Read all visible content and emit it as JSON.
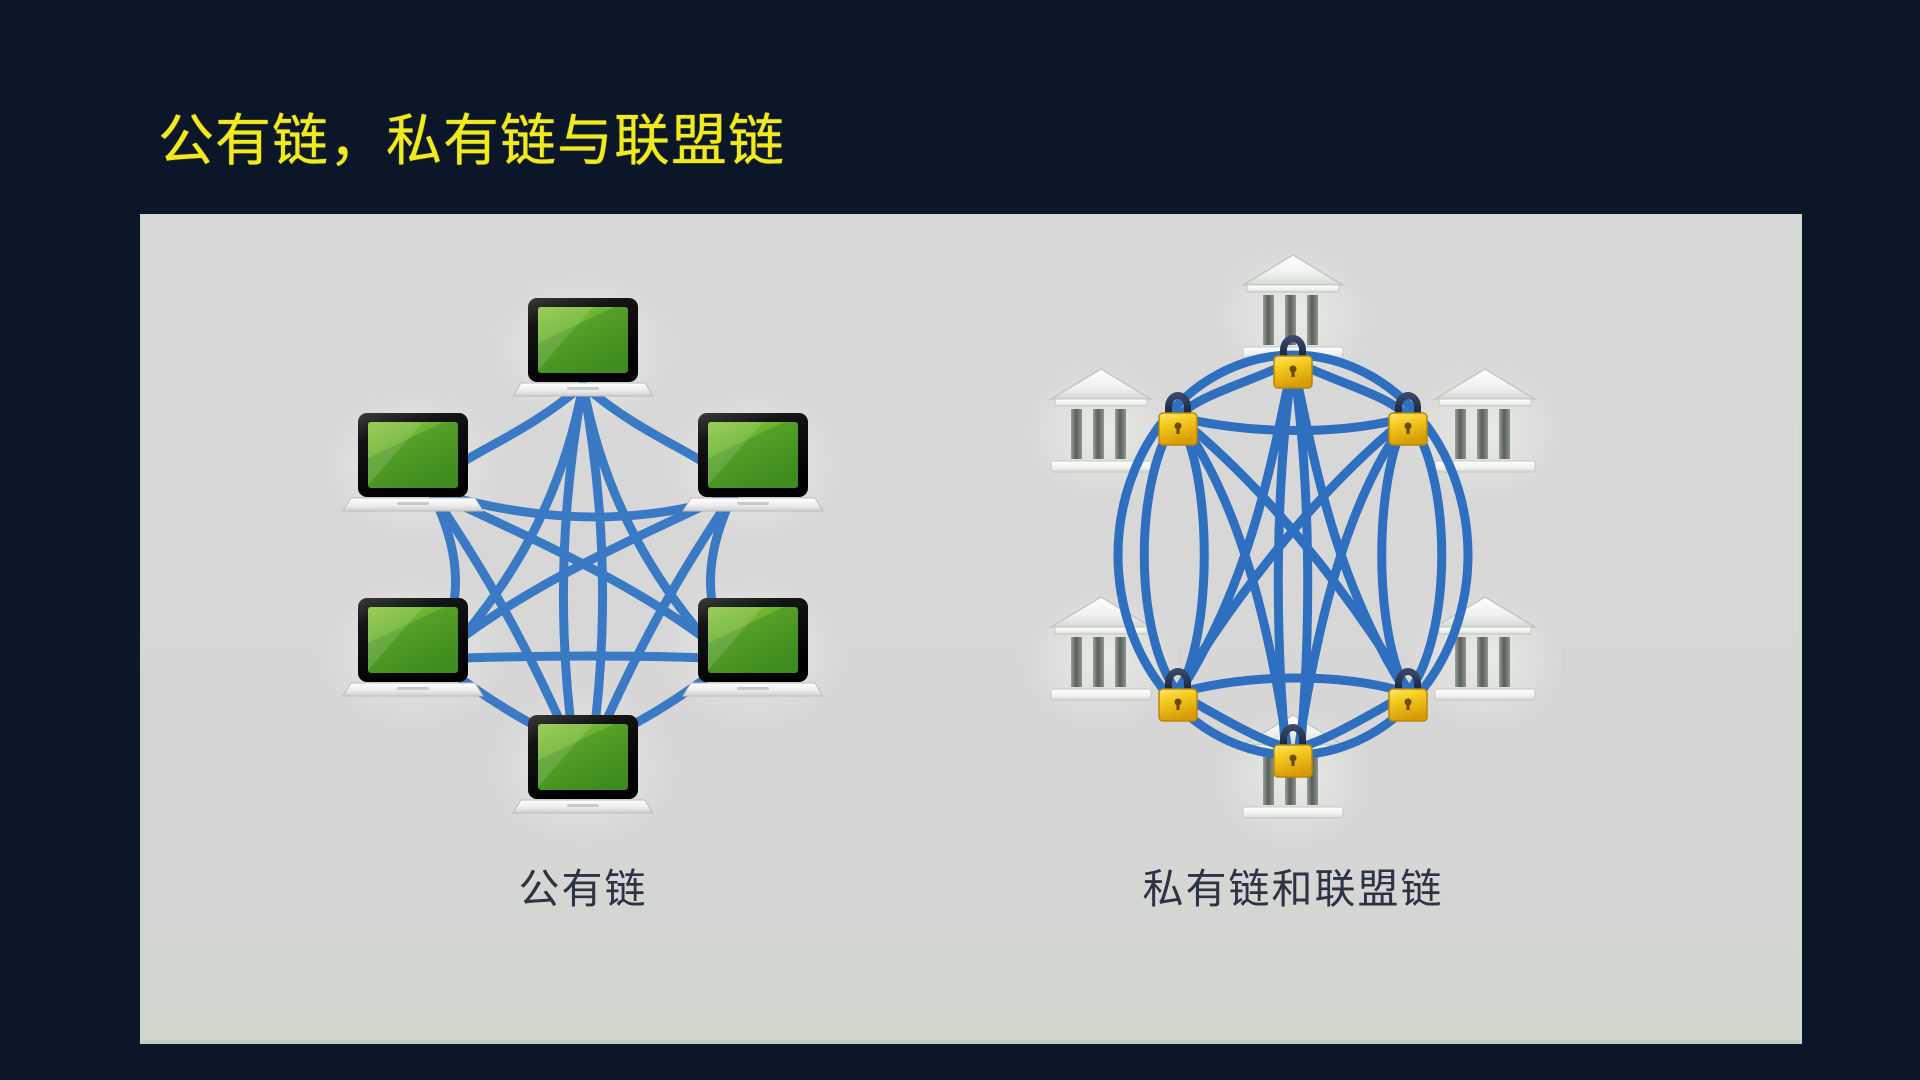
{
  "slide": {
    "title": "公有链，私有链与联盟链",
    "background_color": "#0b1729",
    "title_color": "#f2ea1e",
    "panel_color": "#d6d6d6"
  },
  "diagrams": [
    {
      "id": "public-chain",
      "caption": "公有链",
      "node_type": "laptop",
      "node_count": 6,
      "node_color": "#5aa832",
      "link_color": "#3a7ac4",
      "topology": "full-mesh",
      "has_outer_ring": false,
      "has_locks": false
    },
    {
      "id": "private-consortium-chain",
      "caption": "私有链和联盟链",
      "node_type": "bank",
      "node_count": 6,
      "node_color": "#e8e8e8",
      "lock_color": "#f2c215",
      "lock_shackle_color": "#1b2a4a",
      "link_color": "#2f6fc0",
      "topology": "full-mesh",
      "has_outer_ring": true,
      "has_locks": true,
      "lock_count": 6
    }
  ],
  "colors": {
    "accent_yellow": "#f2ea1e",
    "link_blue": "#3a7ac4",
    "laptop_green": "#5aa832",
    "lock_gold": "#f2c215",
    "caption_text": "#2b3440",
    "navy_background": "#0b1729",
    "panel_gray": "#d6d6d6"
  }
}
